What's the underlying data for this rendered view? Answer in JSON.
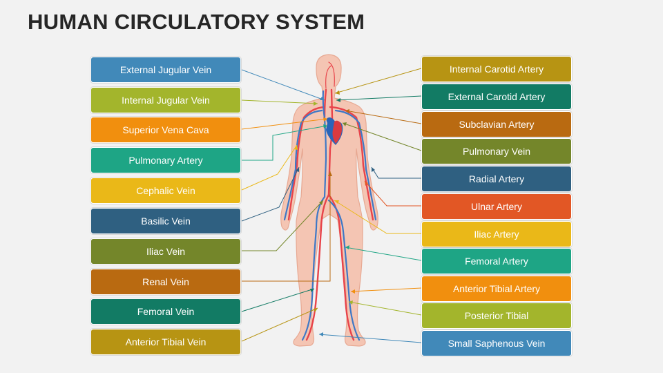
{
  "title": "HUMAN CIRCULATORY SYSTEM",
  "colors": {
    "blue": "#4189b9",
    "lime": "#a3b52c",
    "orange": "#f18f0e",
    "teal": "#1ea585",
    "yellow": "#eab818",
    "navy": "#2f6081",
    "olive": "#74862a",
    "brown": "#b96a11",
    "darkteal": "#127b64",
    "mustard": "#b79413",
    "red": "#e25725",
    "artery": "#e8434a",
    "vein": "#3e78c6",
    "skin": "#f3c2b0"
  },
  "left_labels": [
    {
      "text": "External Jugular Vein",
      "color": "#4189b9"
    },
    {
      "text": "Internal Jugular Vein",
      "color": "#a3b52c"
    },
    {
      "text": "Superior Vena Cava",
      "color": "#f18f0e"
    },
    {
      "text": "Pulmonary Artery",
      "color": "#1ea585"
    },
    {
      "text": "Cephalic Vein",
      "color": "#eab818"
    },
    {
      "text": "Basilic Vein",
      "color": "#2f6081"
    },
    {
      "text": "Iliac Vein",
      "color": "#74862a"
    },
    {
      "text": "Renal Vein",
      "color": "#b96a11"
    },
    {
      "text": "Femoral Vein",
      "color": "#127b64"
    },
    {
      "text": "Anterior Tibial Vein",
      "color": "#b79413"
    }
  ],
  "right_labels": [
    {
      "text": "Internal Carotid Artery",
      "color": "#b79413"
    },
    {
      "text": "External Carotid Artery",
      "color": "#127b64"
    },
    {
      "text": "Subclavian Artery",
      "color": "#b96a11"
    },
    {
      "text": "Pulmonary Vein",
      "color": "#74862a"
    },
    {
      "text": "Radial Artery",
      "color": "#2f6081"
    },
    {
      "text": "Ulnar Artery",
      "color": "#e25725"
    },
    {
      "text": "Iliac Artery",
      "color": "#eab818"
    },
    {
      "text": "Femoral Artery",
      "color": "#1ea585"
    },
    {
      "text": "Anterior Tibial Artery",
      "color": "#f18f0e"
    },
    {
      "text": "Posterior Tibial",
      "color": "#a3b52c"
    },
    {
      "text": "Small Saphenous Vein",
      "color": "#4189b9"
    }
  ]
}
